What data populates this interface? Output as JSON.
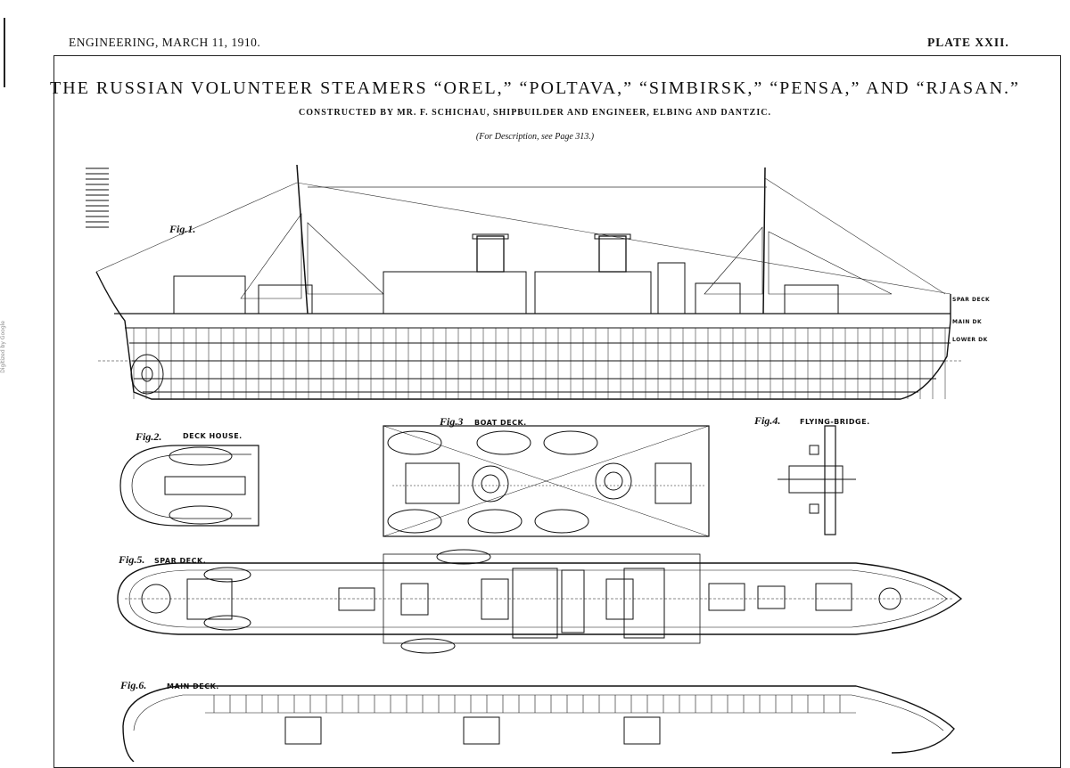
{
  "header": {
    "journal": "ENGINEERING, MARCH 11, 1910.",
    "plate": "PLATE XXII."
  },
  "title": "THE RUSSIAN VOLUNTEER STEAMERS “OREL,” “POLTAVA,” “SIMBIRSK,” “PENSA,” AND “RJASAN.”",
  "subtitle": "CONSTRUCTED BY MR. F. SCHICHAU, SHIPBUILDER AND ENGINEER, ELBING AND DANTZIC.",
  "description": "(For Description, see Page 313.)",
  "figures": [
    {
      "label": "Fig.1.",
      "caption": ""
    },
    {
      "label": "Fig.2.",
      "caption": "DECK HOUSE."
    },
    {
      "label": "Fig.3",
      "caption": "BOAT DECK."
    },
    {
      "label": "Fig.4.",
      "caption": "FLYING-BRIDGE."
    },
    {
      "label": "Fig.5.",
      "caption": "SPAR DECK."
    },
    {
      "label": "Fig.6.",
      "caption": "MAIN DECK."
    }
  ],
  "deck_labels": [
    "SPAR DECK",
    "MAIN DK",
    "LOWER DK"
  ],
  "margin_note": "Digitized by Google"
}
